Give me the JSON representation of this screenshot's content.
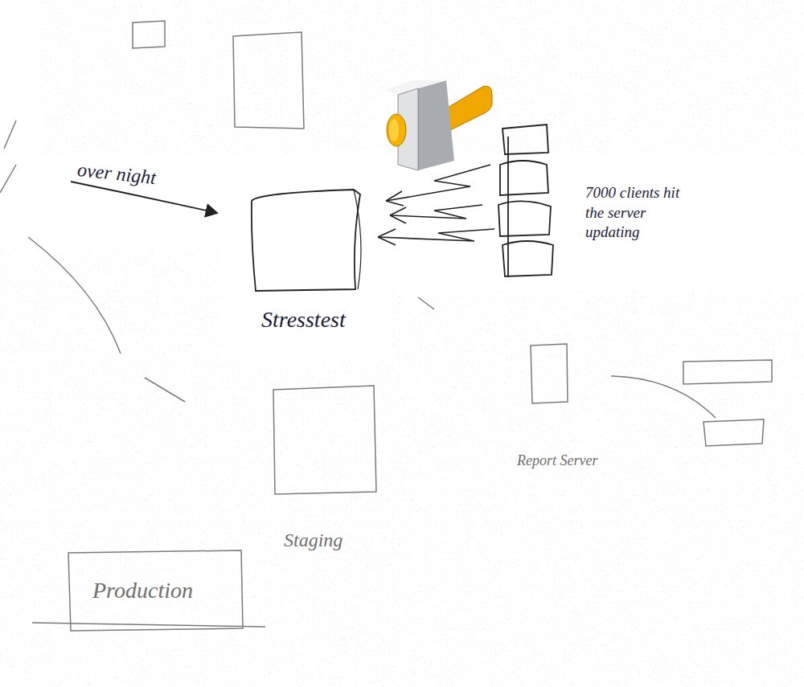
{
  "diagram": {
    "nodes": [
      {
        "text": [
          "Stresstest"
        ]
      },
      {
        "text": [
          "Staging"
        ]
      },
      {
        "text": [
          "Production"
        ]
      },
      {
        "text": [
          "Report Server"
        ]
      }
    ],
    "labels": [
      "over night",
      "7000 clients hit the server updating"
    ]
  }
}
